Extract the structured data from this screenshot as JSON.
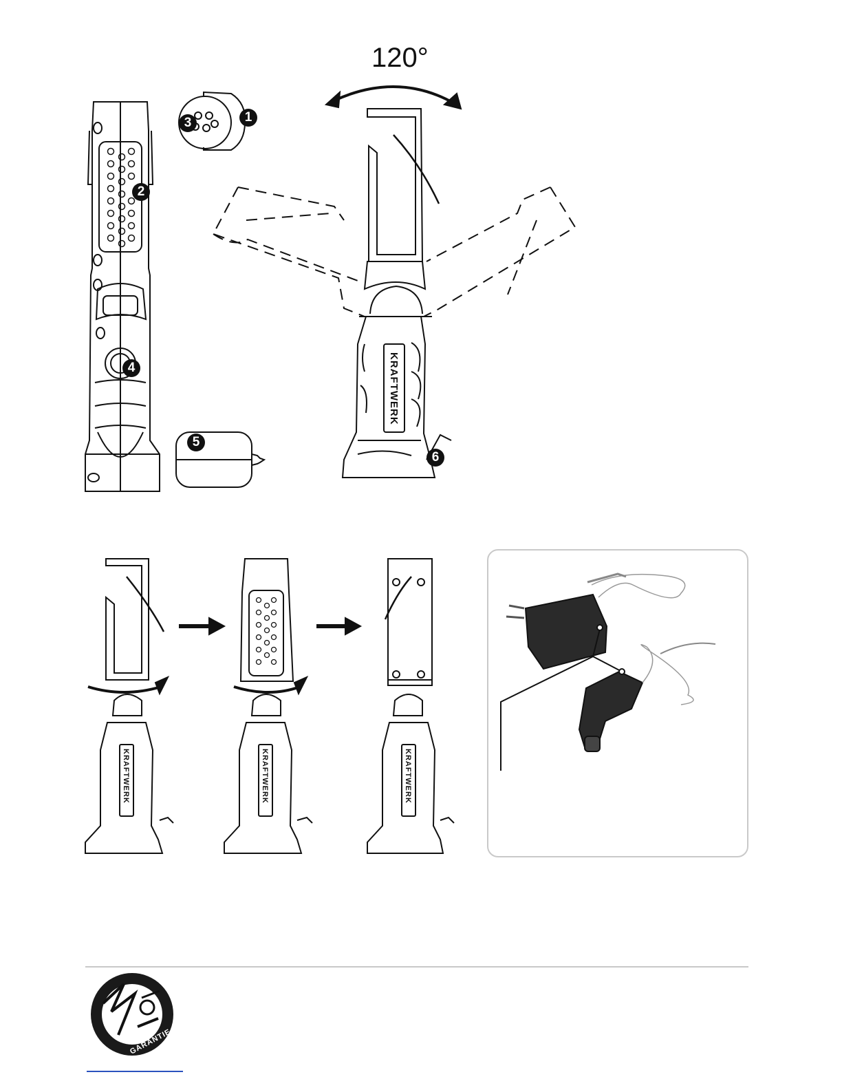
{
  "diagram": {
    "angle_label": "120°",
    "brand_text": "KRAFTWERK",
    "callouts": [
      "1",
      "2",
      "3",
      "4",
      "5",
      "6"
    ]
  },
  "logo": {
    "text": "GARANTIE"
  },
  "colors": {
    "ink": "#111111",
    "frame": "#c9c9c9",
    "link": "#2a52be"
  }
}
